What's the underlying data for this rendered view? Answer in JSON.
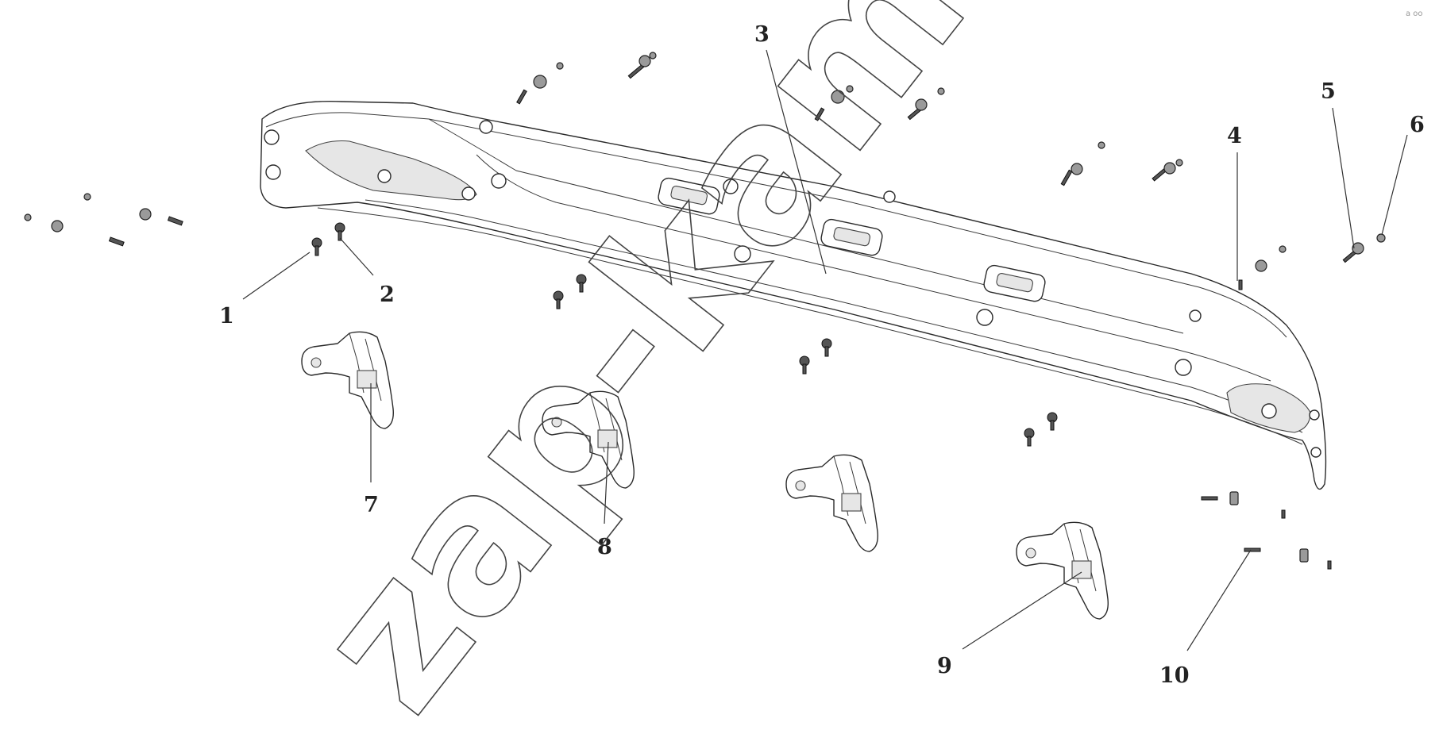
{
  "diagram": {
    "callouts": [
      {
        "id": "1",
        "label": "1"
      },
      {
        "id": "2",
        "label": "2"
      },
      {
        "id": "3",
        "label": "3"
      },
      {
        "id": "4",
        "label": "4"
      },
      {
        "id": "5",
        "label": "5"
      },
      {
        "id": "6",
        "label": "6"
      },
      {
        "id": "7",
        "label": "7"
      },
      {
        "id": "8",
        "label": "8"
      },
      {
        "id": "9",
        "label": "9"
      },
      {
        "id": "10",
        "label": "10"
      }
    ],
    "watermark": "zap-kam.ru",
    "corner_mark": "a oo"
  }
}
